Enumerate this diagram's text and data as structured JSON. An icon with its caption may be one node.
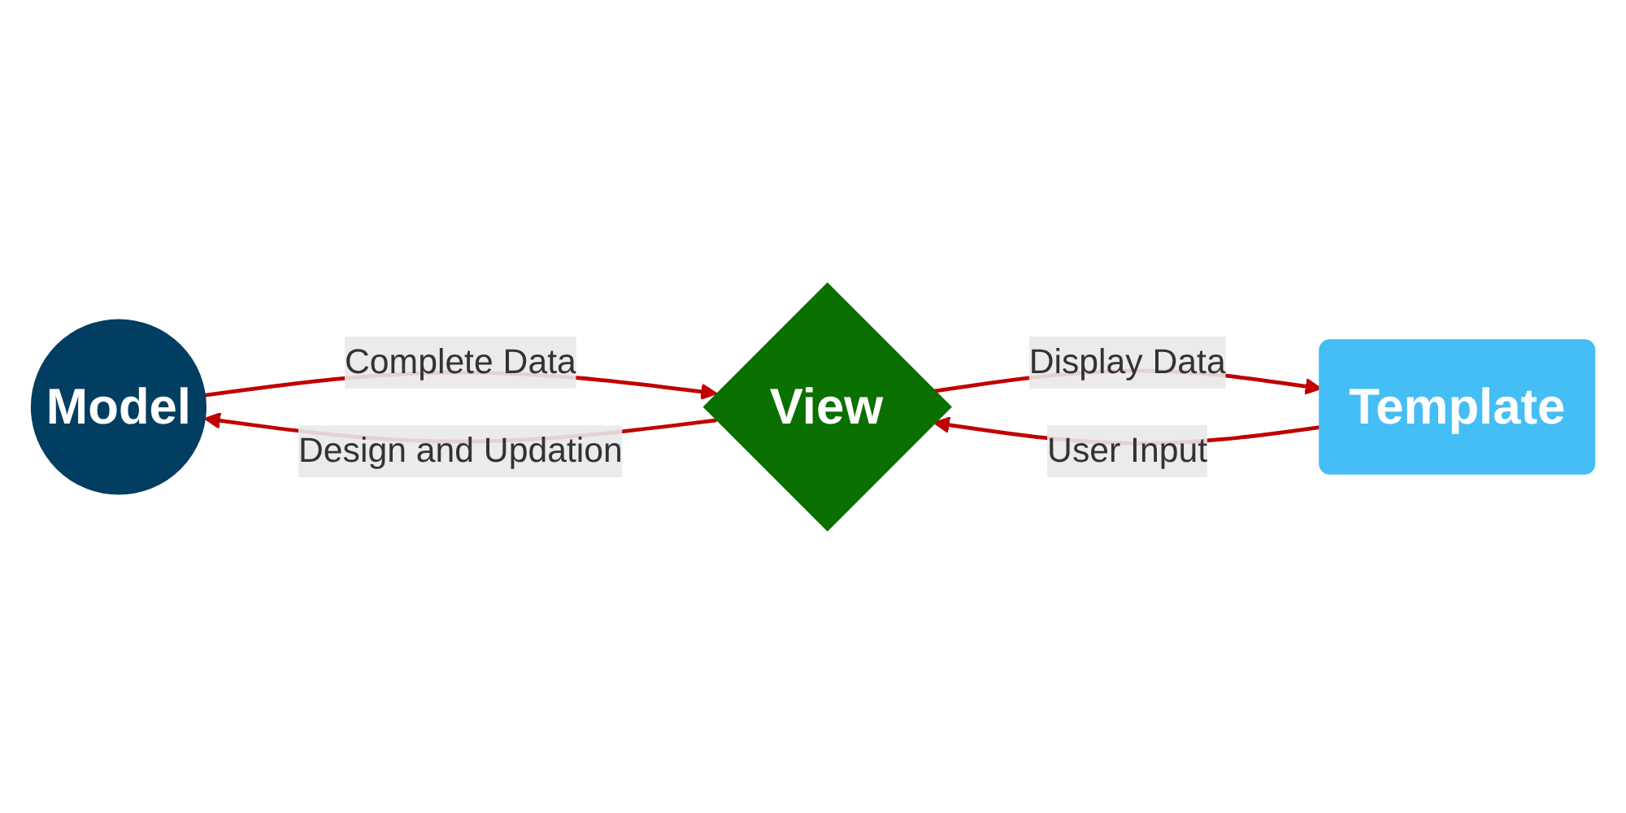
{
  "diagram": {
    "nodes": [
      {
        "text": [
          "Model"
        ]
      },
      {
        "text": [
          "Template"
        ]
      },
      {
        "text": [
          "View"
        ]
      }
    ],
    "edges": [
      {
        "from": 0,
        "to": 2,
        "arrow": "to",
        "label": "Complete Data"
      },
      {
        "from": 2,
        "to": 0,
        "arrow": "to",
        "label": "Design and Updation"
      },
      {
        "from": 1,
        "to": 2,
        "arrow": "to",
        "label": "User Input"
      },
      {
        "from": 2,
        "to": 1,
        "arrow": "to",
        "label": "Display Data"
      }
    ]
  }
}
